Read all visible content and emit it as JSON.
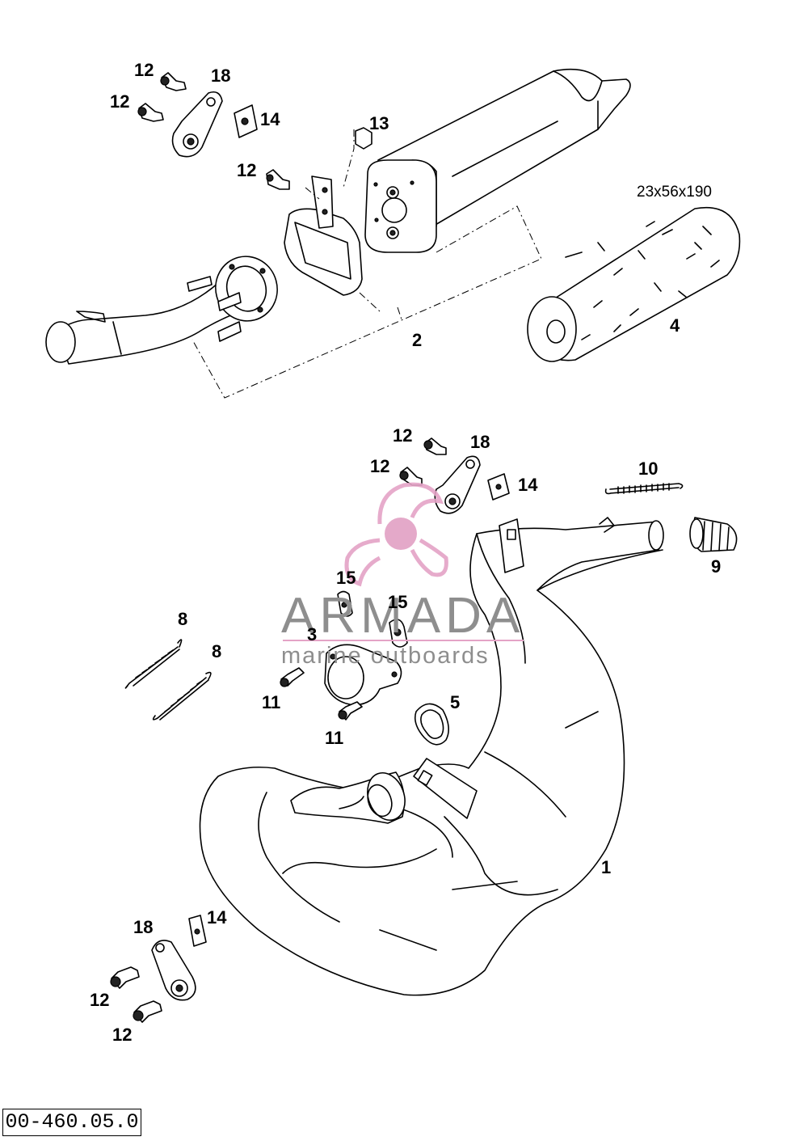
{
  "callouts": {
    "c1": "1",
    "c2": "2",
    "c3": "3",
    "c4": "4",
    "c5": "5",
    "c8a": "8",
    "c8b": "8",
    "c9": "9",
    "c10": "10",
    "c11a": "11",
    "c11b": "11",
    "c12a": "12",
    "c12b": "12",
    "c12c": "12",
    "c12d": "12",
    "c12e": "12",
    "c12f": "12",
    "c12g": "12",
    "c13": "13",
    "c14a": "14",
    "c14b": "14",
    "c14c": "14",
    "c15a": "15",
    "c15b": "15",
    "c18a": "18",
    "c18b": "18",
    "c18c": "18"
  },
  "insert_dimensions": "23x56x190",
  "watermark": {
    "title": "ARMADA",
    "subtitle": "marine outboards",
    "colors": {
      "logo_pink": "#e4a3c6",
      "logo_center": "#e2a0c4",
      "text_gray": "#8e8e8e"
    }
  },
  "reference_code": "00-460.05.0"
}
